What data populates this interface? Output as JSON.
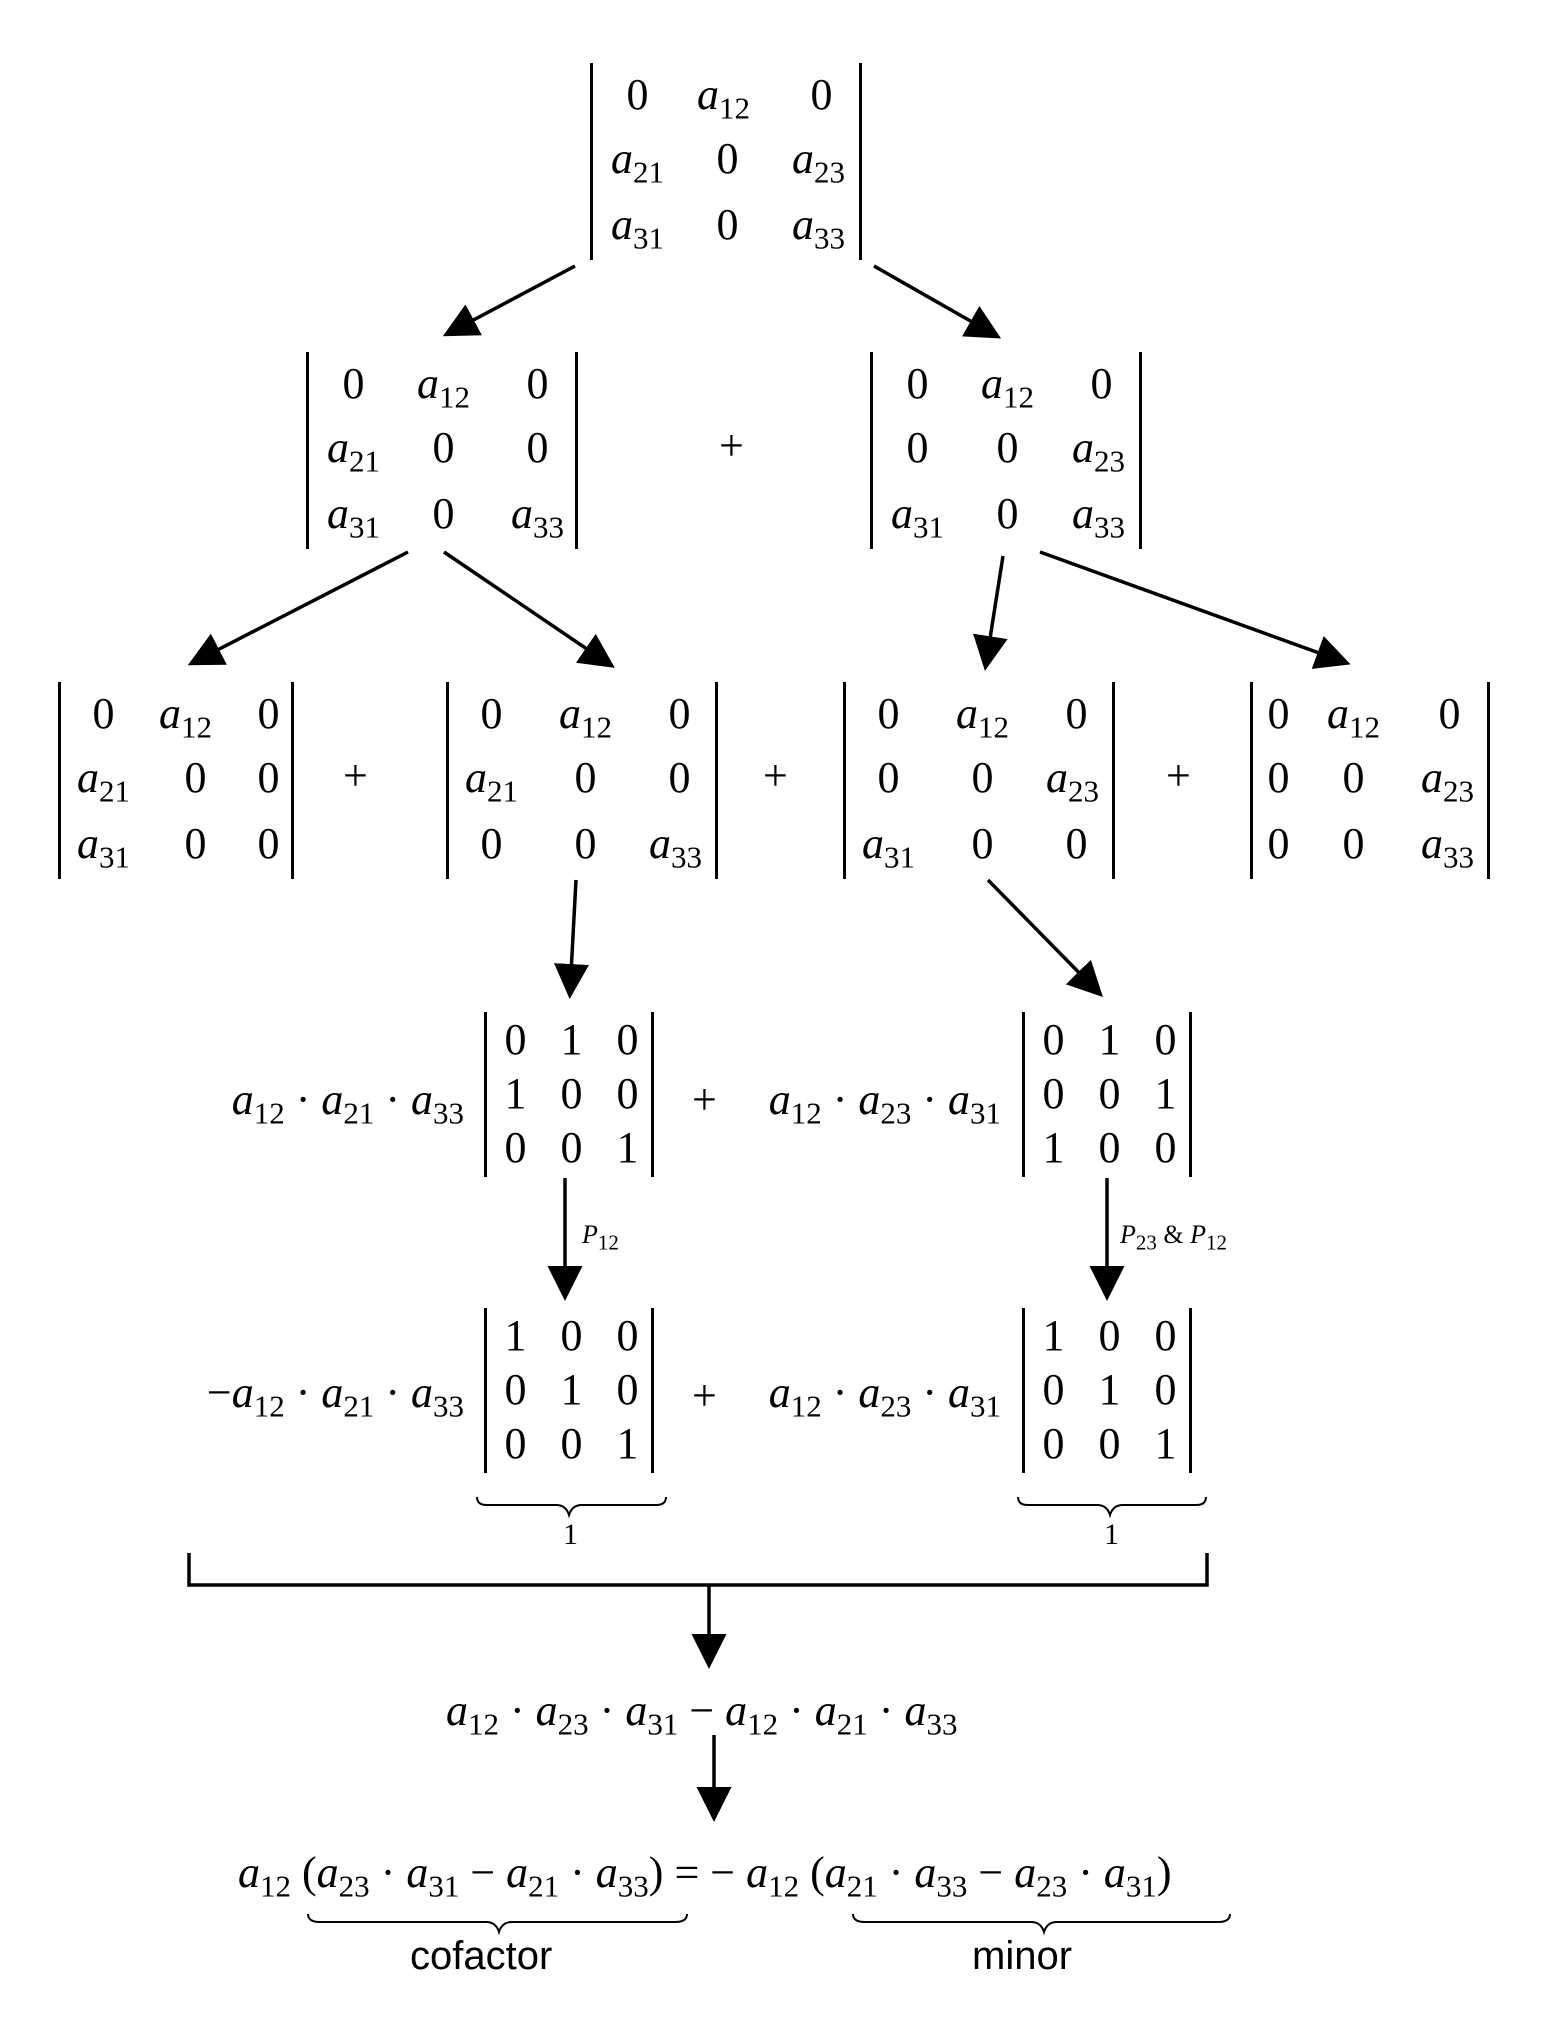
{
  "cells": {
    "zero": "0",
    "one": "1",
    "a": "a",
    "s12": "12",
    "s21": "21",
    "s23": "23",
    "s31": "31",
    "s33": "33"
  },
  "plus": "+",
  "dot": "·",
  "minus": "−",
  "equals": "=",
  "ampersand": "&",
  "p_letter": "P",
  "brace_value": "1",
  "labels": {
    "cofactor": "cofactor",
    "minor": "minor"
  }
}
